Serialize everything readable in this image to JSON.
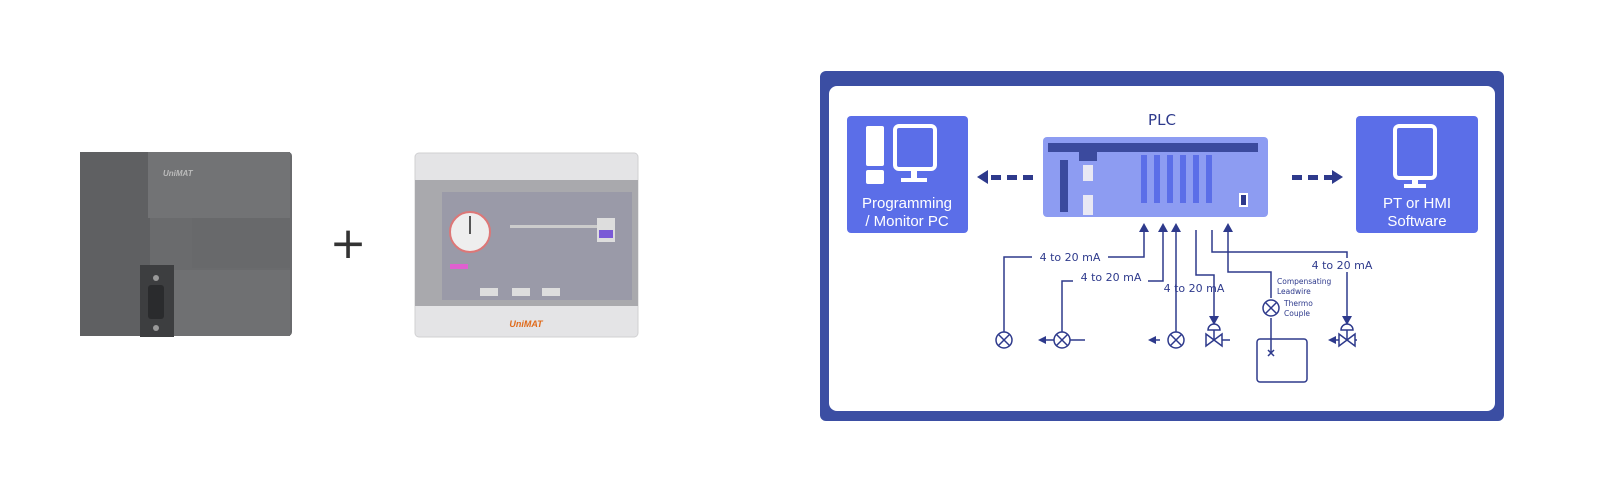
{
  "products": {
    "plc_brand": "UniMAT",
    "hmi_brand": "UniMAT",
    "plus": "+"
  },
  "diagram": {
    "plc_label": "PLC",
    "left_box": {
      "line1": "Programming",
      "line2": "/ Monitor PC",
      "icon": "desktop-computer-icon"
    },
    "right_box": {
      "line1": "PT or HMI",
      "line2": "Software",
      "icon": "monitor-icon"
    },
    "signal_labels": [
      "4 to 20 mA",
      "4 to 20 mA",
      "4 to 20 mA",
      "4 to 20 mA"
    ],
    "compensating": {
      "line1": "Compensating",
      "line2": "Leadwire"
    },
    "thermo": {
      "line1": "Thermo",
      "line2": "Couple"
    }
  },
  "colors": {
    "frame": "#3b4ea3",
    "box": "#5b6ee8",
    "plc_body": "#8d9cf2",
    "line": "#2e3a8c",
    "device_gray": "#6d6e70"
  }
}
